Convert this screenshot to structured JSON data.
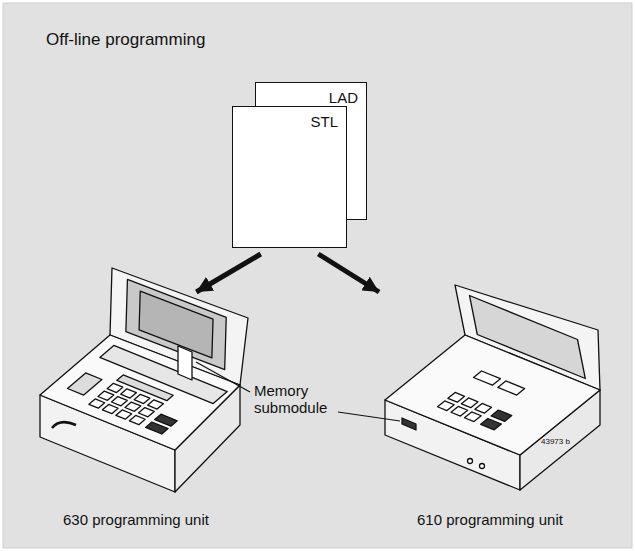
{
  "diagram": {
    "title": "Off-line programming",
    "nodes": [
      {
        "text": [
          "LAD"
        ]
      },
      {
        "text": [
          "STL"
        ]
      },
      {
        "text": [
          "630 programming unit"
        ]
      },
      {
        "text": [
          "610 programming unit"
        ]
      }
    ],
    "edges": [
      {
        "from": 1,
        "to": 2,
        "arrow": "to"
      },
      {
        "from": 1,
        "to": 3,
        "arrow": "to"
      }
    ],
    "labels": [
      "Memory submodule",
      "43973 b"
    ]
  }
}
